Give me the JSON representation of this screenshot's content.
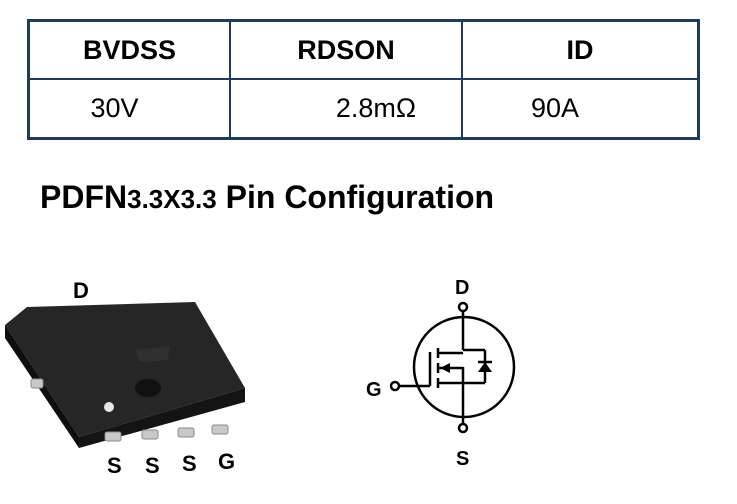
{
  "spec_table": {
    "headers": [
      "BVDSS",
      "RDSON",
      "ID"
    ],
    "values": [
      "30V",
      "2.8mΩ",
      "90A"
    ]
  },
  "title": {
    "main": "PDFN",
    "small": "3.3X3.3",
    "rest": " Pin Configuration"
  },
  "package": {
    "drain_label": "D",
    "bottom_pins": [
      "S",
      "S",
      "S",
      "G"
    ]
  },
  "symbol": {
    "drain": "D",
    "gate": "G",
    "source": "S"
  },
  "colors": {
    "table_border": "#1f3b57",
    "package_body": "#1b1b1b"
  }
}
